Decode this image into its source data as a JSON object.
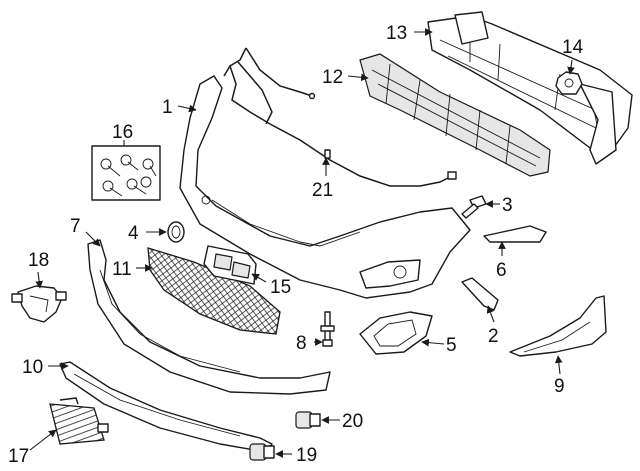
{
  "diagram": {
    "callouts": [
      "1",
      "2",
      "3",
      "4",
      "5",
      "6",
      "7",
      "8",
      "9",
      "10",
      "11",
      "12",
      "13",
      "14",
      "15",
      "16",
      "17",
      "18",
      "19",
      "20",
      "21"
    ],
    "colors": {
      "line": "#1a1a1a",
      "fill": "#ffffff",
      "shade": "#e6e6e6"
    }
  }
}
